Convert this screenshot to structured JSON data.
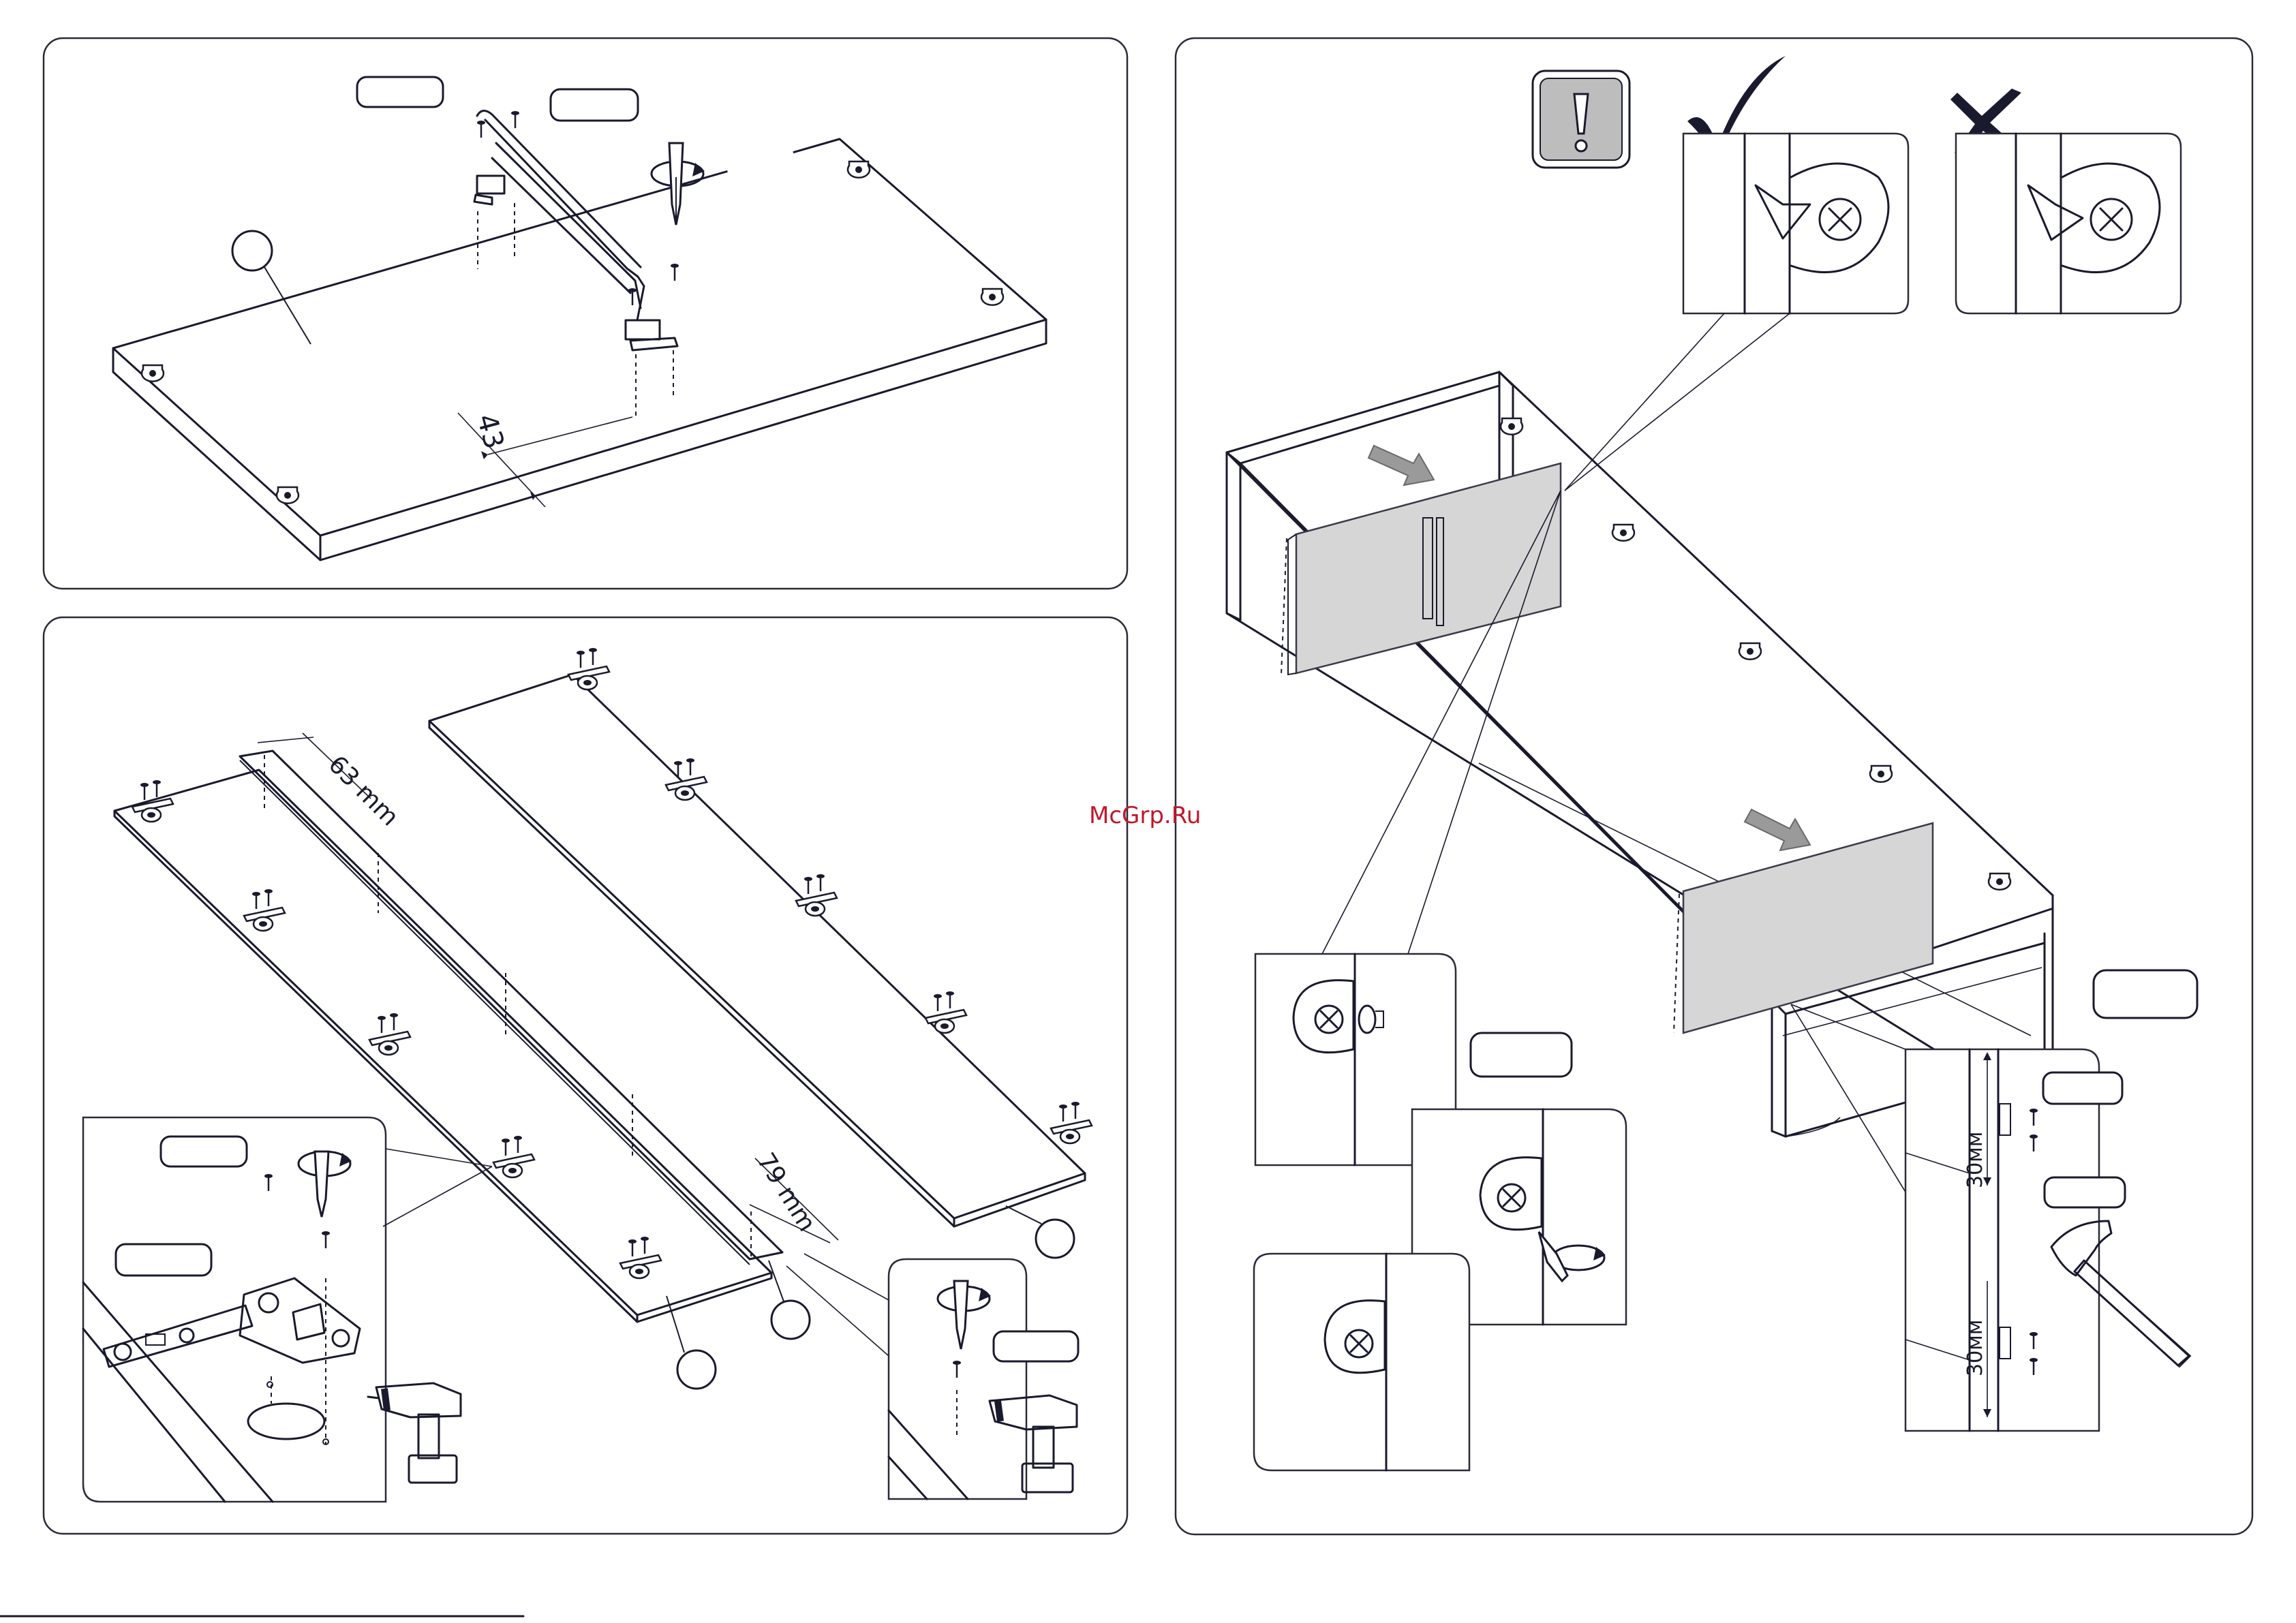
{
  "watermark": "McGrp.Ru",
  "dimensions": {
    "handle_offset": "43",
    "hinge_edge_offset": "63 mm",
    "hinge_cup_offset": "79 mm",
    "hinge_plate_top": "30мм",
    "hinge_plate_bottom": "30мм"
  },
  "icons": {
    "warning": "exclamation-warning-icon",
    "correct": "checkmark-icon",
    "incorrect": "cross-icon",
    "screwdriver": "screwdriver-icon",
    "drill": "cordless-drill-icon",
    "hammer": "hammer-icon",
    "rotation": "rotation-arrow-icon"
  }
}
